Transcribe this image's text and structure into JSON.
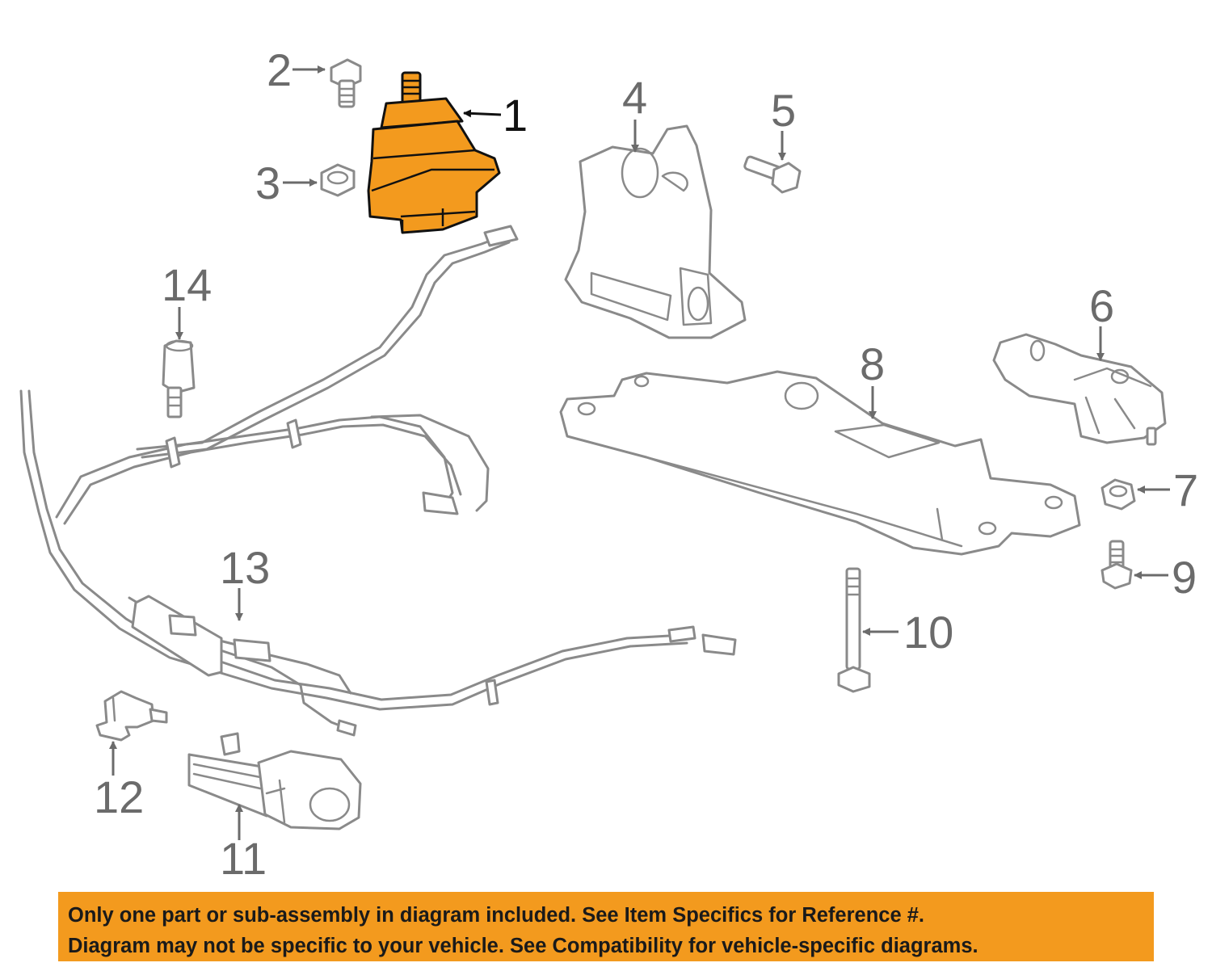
{
  "diagram": {
    "highlighted_part": "1",
    "callouts": [
      "1",
      "2",
      "3",
      "4",
      "5",
      "6",
      "7",
      "8",
      "9",
      "10",
      "11",
      "12",
      "13",
      "14"
    ],
    "colors": {
      "highlight": "#f39a1e",
      "outline": "#8a8a8a",
      "callout": "#6b6b6b",
      "banner": "#f39a1e"
    }
  },
  "disclaimer": {
    "line1": "Only one part or sub-assembly in diagram included. See Item Specifics for Reference #.",
    "line2": "Diagram may not be specific to your vehicle. See Compatibility for vehicle-specific diagrams."
  }
}
